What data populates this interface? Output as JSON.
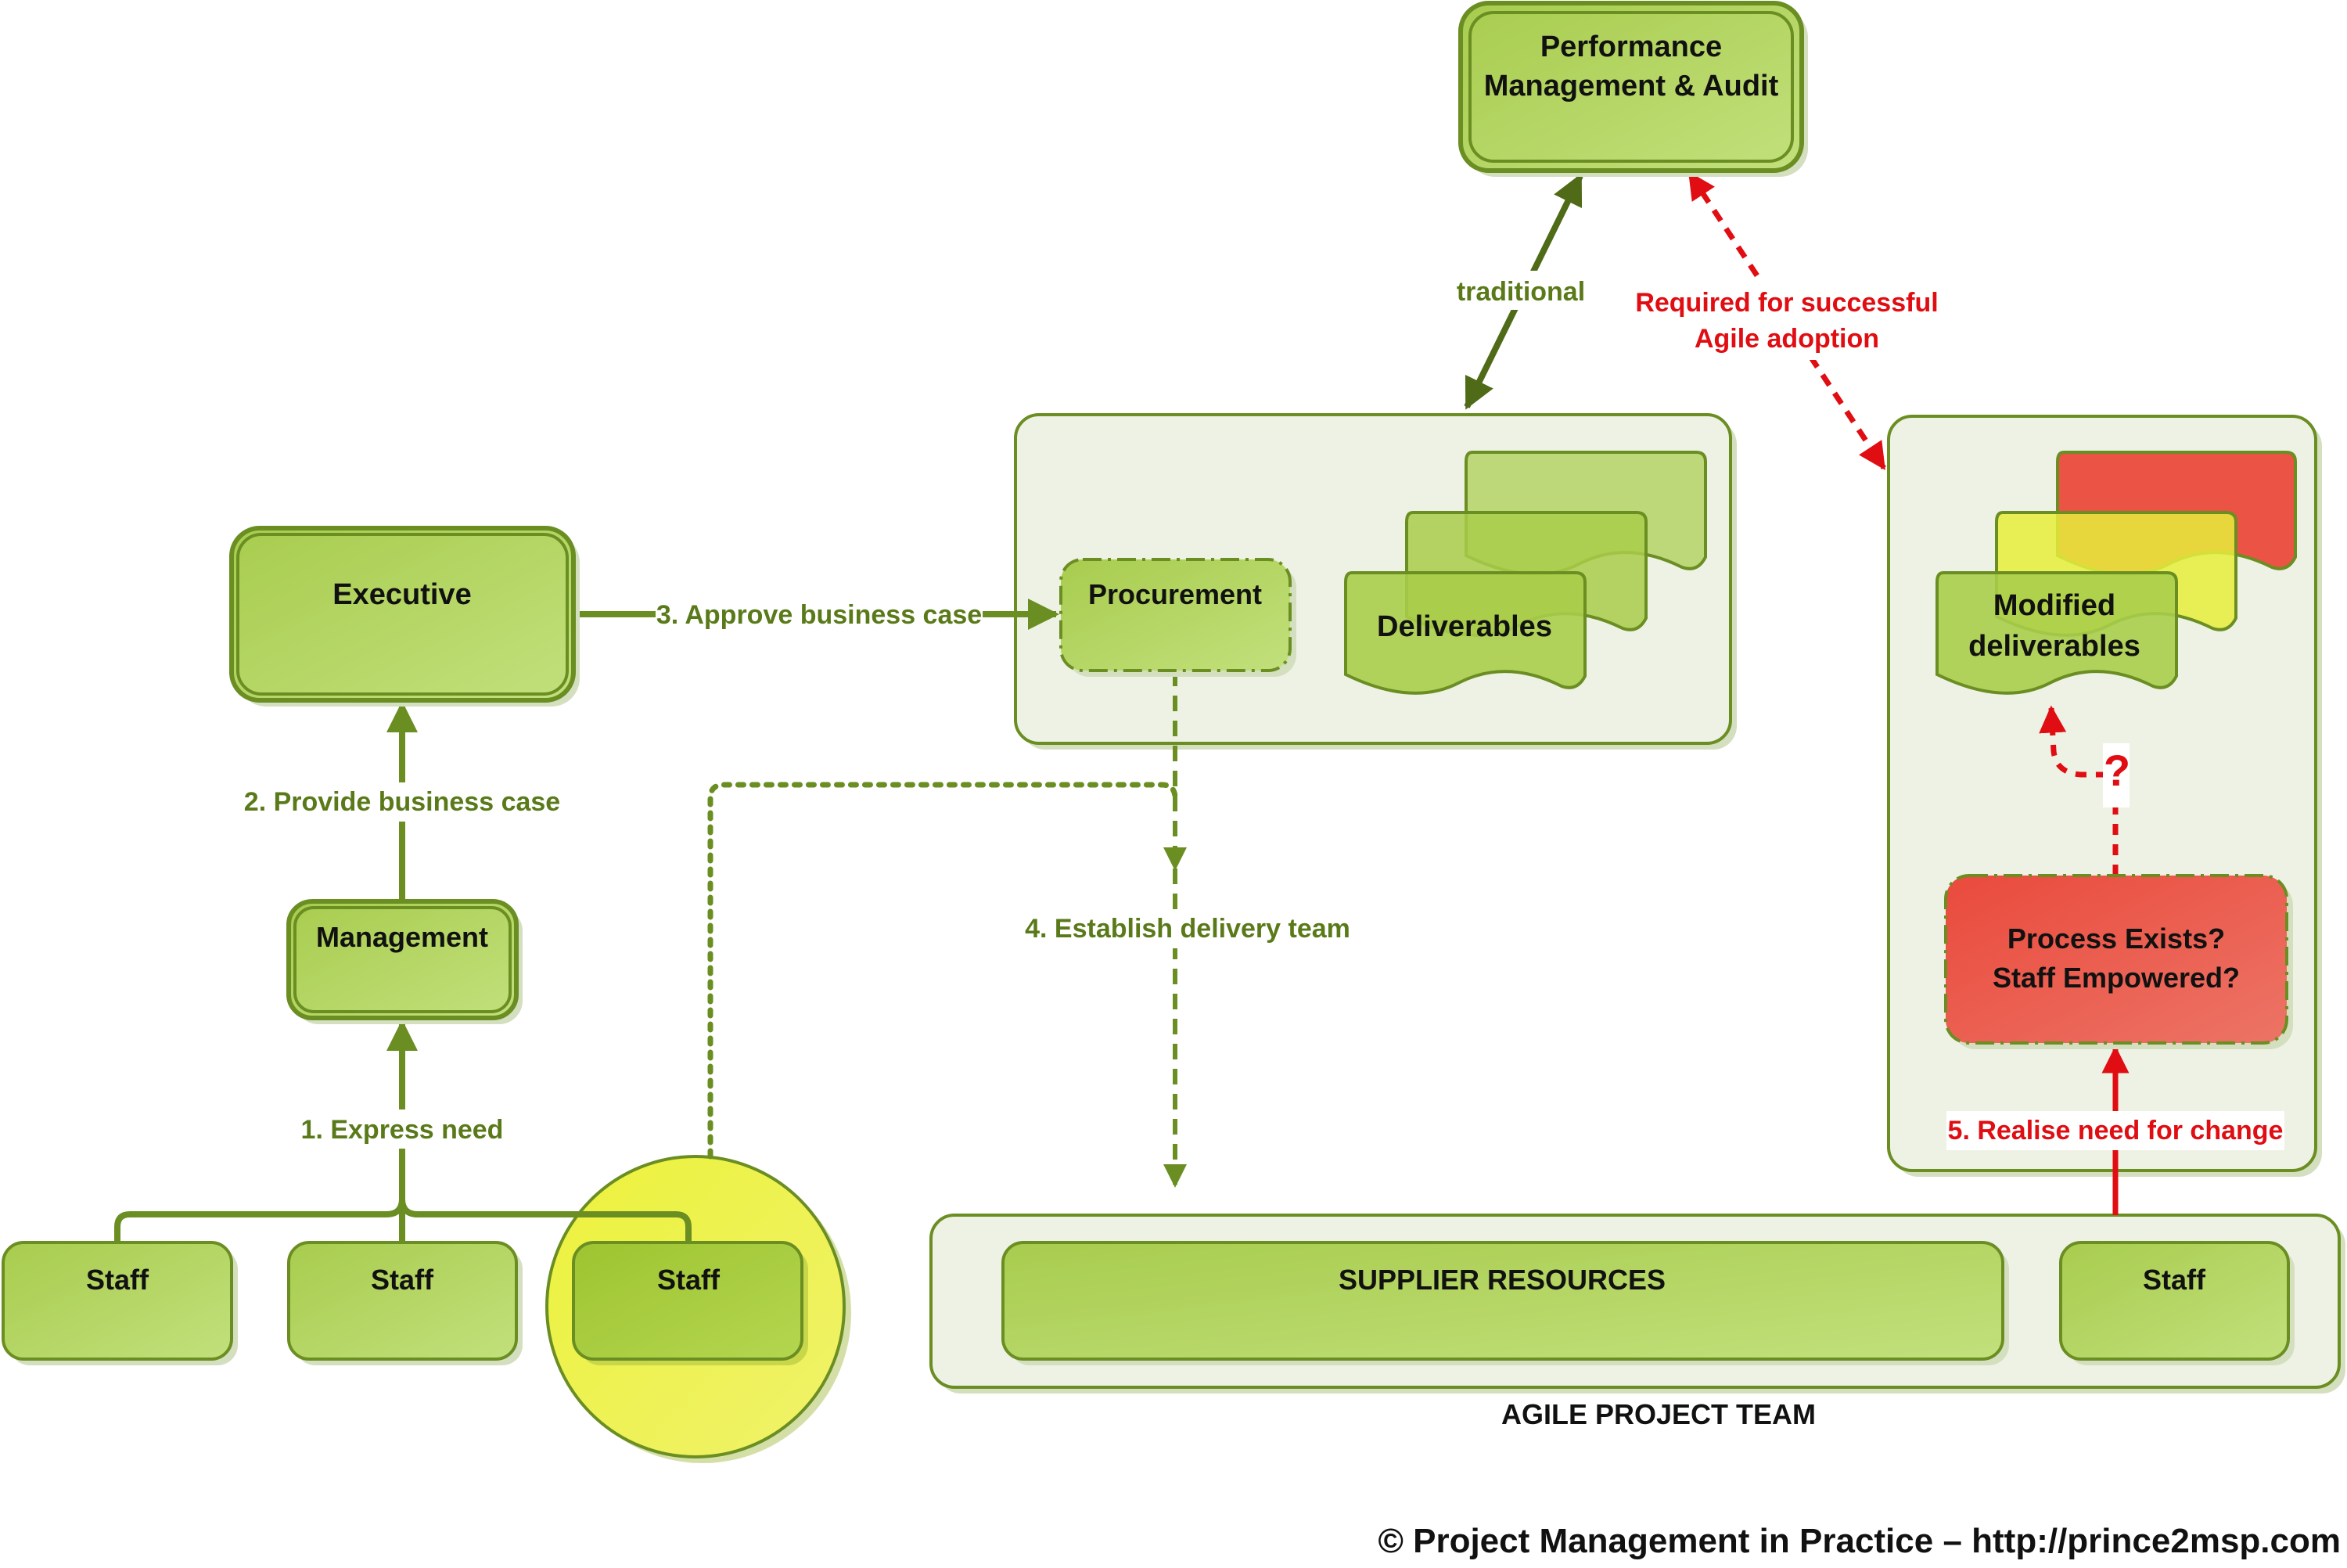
{
  "diagram": {
    "nodes": {
      "performance": [
        "Performance",
        "Management & Audit"
      ],
      "executive": "Executive",
      "management": "Management",
      "staff_1": "Staff",
      "staff_2": "Staff",
      "staff_3": "Staff",
      "procurement": "Procurement",
      "deliverables": "Deliverables",
      "modified_deliverables": [
        "Modified",
        "deliverables"
      ],
      "process_check": [
        "Process Exists?",
        "Staff Empowered?"
      ],
      "supplier_resources": "SUPPLIER RESOURCES",
      "staff_team": "Staff"
    },
    "edges": {
      "step1": "1. Express need",
      "step2": "2. Provide business case",
      "step3": "3. Approve business case",
      "step4": "4. Establish delivery team",
      "step5": "5. Realise need for change",
      "traditional": "traditional",
      "agile_required": [
        "Required for successful",
        "Agile adoption"
      ],
      "question": "?"
    },
    "group_labels": {
      "agile_team": "AGILE PROJECT TEAM"
    },
    "footer": "© Project Management in Practice – http://prince2msp.com",
    "colors": {
      "green_fill": "#b3d465",
      "green_stroke": "#6b8e23",
      "dark_green_text": "#5a7a1a",
      "container_fill": "#eef2e4",
      "highlight_yellow": "#eef24a",
      "red_fill": "#e94b3f",
      "red_arrow": "#e00d12",
      "yellow_doc": "#e6ee3c"
    }
  }
}
